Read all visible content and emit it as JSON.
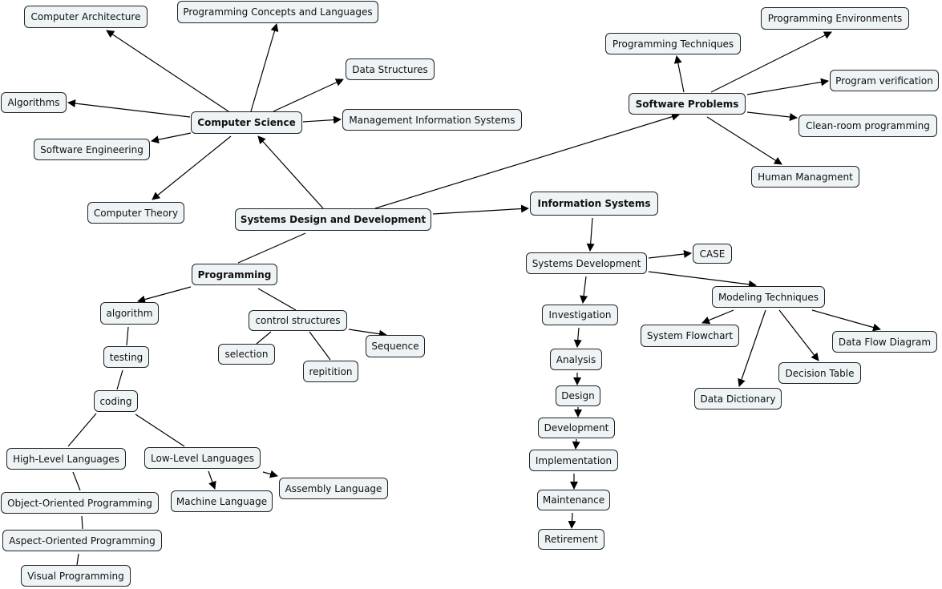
{
  "nodes": [
    {
      "id": "comp-arch",
      "label": "Computer Architecture"
    },
    {
      "id": "prog-concepts",
      "label": "Programming Concepts and Languages"
    },
    {
      "id": "data-structures",
      "label": "Data Structures"
    },
    {
      "id": "algorithms",
      "label": "Algorithms"
    },
    {
      "id": "computer-science",
      "label": "Computer Science",
      "bold": true
    },
    {
      "id": "mis",
      "label": "Management Information Systems"
    },
    {
      "id": "software-engineering",
      "label": "Software Engineering"
    },
    {
      "id": "computer-theory",
      "label": "Computer Theory"
    },
    {
      "id": "sdd",
      "label": "Systems Design and Development",
      "bold": true
    },
    {
      "id": "programming",
      "label": "Programming",
      "bold": true
    },
    {
      "id": "algorithm",
      "label": "algorithm"
    },
    {
      "id": "control-structures",
      "label": "control structures"
    },
    {
      "id": "sequence",
      "label": "Sequence"
    },
    {
      "id": "selection",
      "label": "selection"
    },
    {
      "id": "repitition",
      "label": "repitition"
    },
    {
      "id": "testing",
      "label": "testing"
    },
    {
      "id": "coding",
      "label": "coding"
    },
    {
      "id": "high-level",
      "label": "High-Level Languages"
    },
    {
      "id": "low-level",
      "label": "Low-Level Languages"
    },
    {
      "id": "assembly",
      "label": "Assembly Language"
    },
    {
      "id": "machine",
      "label": "Machine Language"
    },
    {
      "id": "oop",
      "label": "Object-Oriented Programming"
    },
    {
      "id": "aop",
      "label": "Aspect-Oriented Programming"
    },
    {
      "id": "visual",
      "label": "Visual Programming"
    },
    {
      "id": "prog-env",
      "label": "Programming Environments"
    },
    {
      "id": "prog-tech",
      "label": "Programming Techniques"
    },
    {
      "id": "prog-verif",
      "label": "Program verification"
    },
    {
      "id": "software-problems",
      "label": "Software Problems",
      "bold": true
    },
    {
      "id": "cleanroom",
      "label": "Clean-room programming"
    },
    {
      "id": "human",
      "label": "Human Managment"
    },
    {
      "id": "info-systems",
      "label": "Information Systems",
      "bold": true
    },
    {
      "id": "sys-dev",
      "label": "Systems Development"
    },
    {
      "id": "case",
      "label": "CASE"
    },
    {
      "id": "modeling",
      "label": "Modeling Techniques"
    },
    {
      "id": "investigation",
      "label": "Investigation"
    },
    {
      "id": "flowchart",
      "label": "System Flowchart"
    },
    {
      "id": "dfd",
      "label": "Data Flow Diagram"
    },
    {
      "id": "analysis",
      "label": "Analysis"
    },
    {
      "id": "decision-table",
      "label": "Decision Table"
    },
    {
      "id": "design",
      "label": "Design"
    },
    {
      "id": "data-dictionary",
      "label": "Data Dictionary"
    },
    {
      "id": "development",
      "label": "Development"
    },
    {
      "id": "implementation",
      "label": "Implementation"
    },
    {
      "id": "maintenance",
      "label": "Maintenance"
    },
    {
      "id": "retirement",
      "label": "Retirement"
    }
  ],
  "edges": [
    {
      "from": "computer-science",
      "to": "comp-arch",
      "arrow": true
    },
    {
      "from": "computer-science",
      "to": "prog-concepts",
      "arrow": true
    },
    {
      "from": "computer-science",
      "to": "data-structures",
      "arrow": true
    },
    {
      "from": "computer-science",
      "to": "algorithms",
      "arrow": true
    },
    {
      "from": "computer-science",
      "to": "mis",
      "arrow": true
    },
    {
      "from": "computer-science",
      "to": "software-engineering",
      "arrow": true
    },
    {
      "from": "computer-science",
      "to": "computer-theory",
      "arrow": true
    },
    {
      "from": "sdd",
      "to": "computer-science",
      "arrow": true
    },
    {
      "from": "sdd",
      "to": "software-problems",
      "arrow": true
    },
    {
      "from": "sdd",
      "to": "info-systems",
      "arrow": true
    },
    {
      "from": "sdd",
      "to": "programming",
      "arrow": false
    },
    {
      "from": "programming",
      "to": "algorithm",
      "arrow": true
    },
    {
      "from": "programming",
      "to": "control-structures",
      "arrow": false
    },
    {
      "from": "control-structures",
      "to": "sequence",
      "arrow": true
    },
    {
      "from": "control-structures",
      "to": "selection",
      "arrow": false
    },
    {
      "from": "control-structures",
      "to": "repitition",
      "arrow": false
    },
    {
      "from": "algorithm",
      "to": "testing",
      "arrow": false
    },
    {
      "from": "testing",
      "to": "coding",
      "arrow": false
    },
    {
      "from": "coding",
      "to": "high-level",
      "arrow": false
    },
    {
      "from": "coding",
      "to": "low-level",
      "arrow": false
    },
    {
      "from": "high-level",
      "to": "oop",
      "arrow": false
    },
    {
      "from": "oop",
      "to": "aop",
      "arrow": false
    },
    {
      "from": "aop",
      "to": "visual",
      "arrow": false
    },
    {
      "from": "low-level",
      "to": "machine",
      "arrow": true
    },
    {
      "from": "low-level",
      "to": "assembly",
      "arrow": true
    },
    {
      "from": "software-problems",
      "to": "prog-tech",
      "arrow": true
    },
    {
      "from": "software-problems",
      "to": "prog-env",
      "arrow": true
    },
    {
      "from": "software-problems",
      "to": "prog-verif",
      "arrow": true
    },
    {
      "from": "software-problems",
      "to": "cleanroom",
      "arrow": true
    },
    {
      "from": "software-problems",
      "to": "human",
      "arrow": true
    },
    {
      "from": "info-systems",
      "to": "sys-dev",
      "arrow": true
    },
    {
      "from": "sys-dev",
      "to": "case",
      "arrow": true
    },
    {
      "from": "sys-dev",
      "to": "modeling",
      "arrow": true
    },
    {
      "from": "sys-dev",
      "to": "investigation",
      "arrow": true
    },
    {
      "from": "modeling",
      "to": "flowchart",
      "arrow": true
    },
    {
      "from": "modeling",
      "to": "dfd",
      "arrow": true
    },
    {
      "from": "modeling",
      "to": "decision-table",
      "arrow": true
    },
    {
      "from": "modeling",
      "to": "data-dictionary",
      "arrow": true
    },
    {
      "from": "investigation",
      "to": "analysis",
      "arrow": true
    },
    {
      "from": "analysis",
      "to": "design",
      "arrow": true
    },
    {
      "from": "design",
      "to": "development",
      "arrow": true
    },
    {
      "from": "development",
      "to": "implementation",
      "arrow": true
    },
    {
      "from": "implementation",
      "to": "maintenance",
      "arrow": true
    },
    {
      "from": "maintenance",
      "to": "retirement",
      "arrow": true
    }
  ],
  "colors": {
    "node_fill": "#eef3f5",
    "node_border": "#222222",
    "line": "#000000"
  }
}
